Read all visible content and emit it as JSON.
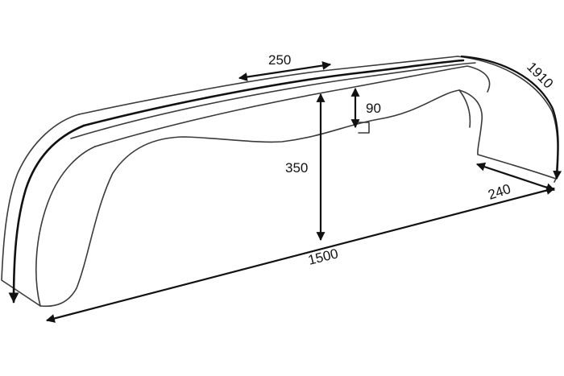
{
  "dimensions": {
    "top_width": "250",
    "edge_depth": "90",
    "height": "350",
    "arc_length": "1910",
    "side_width": "240",
    "length": "1500"
  }
}
